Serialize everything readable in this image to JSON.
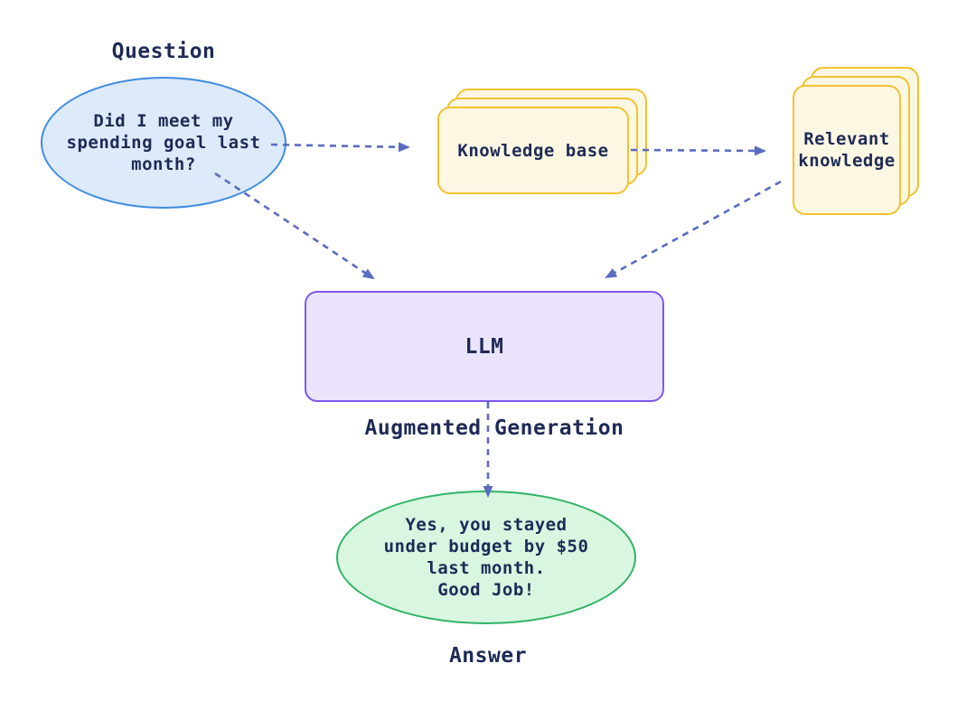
{
  "colors": {
    "background": "#ffffff",
    "text": "#1E2A56",
    "arrow": "#5A6BC0",
    "question_fill": "#DCEAF9",
    "question_border": "#3F8BE0",
    "knowledge_fill": "#FCF7E2",
    "knowledge_border": "#F2C230",
    "llm_fill": "#EAE3FB",
    "llm_border": "#7E57F0",
    "answer_fill": "#D8F6E0",
    "answer_border": "#30B465"
  },
  "nodes": {
    "question_label": "Question",
    "question_text": "Did I meet my\nspending goal last\nmonth?",
    "knowledge_base_label": "Knowledge base",
    "relevant_knowledge_label": "Relevant\nknowledge",
    "llm_label": "LLM",
    "augmented_generation_label": "Augmented Generation",
    "answer_text": "Yes, you stayed\nunder budget by $50\nlast month.\nGood Job!",
    "answer_label": "Answer"
  }
}
